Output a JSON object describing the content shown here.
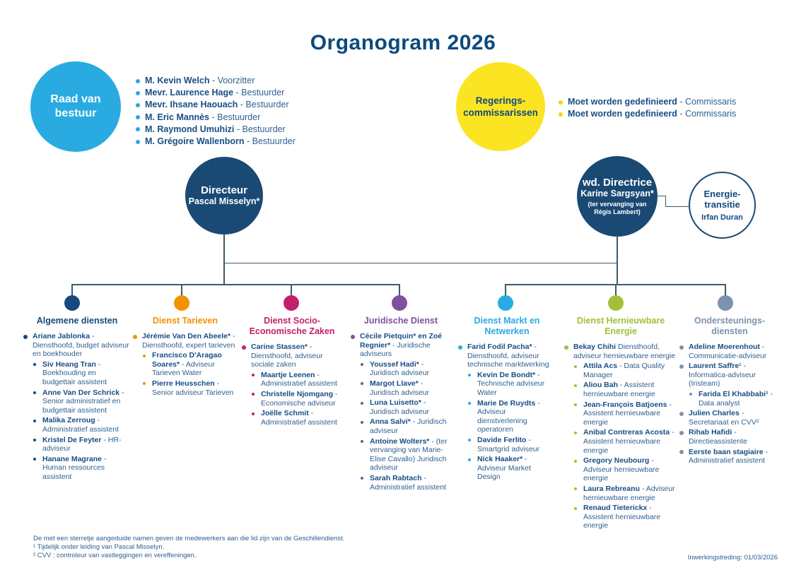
{
  "title": "Organogram 2026",
  "board": {
    "label": [
      "Raad van",
      "bestuur"
    ],
    "circle_color": "#29abe2",
    "bullet_color": "#2da7e0",
    "members": [
      {
        "n": "M. Kevin Welch",
        "r": "Voorzitter"
      },
      {
        "n": "Mevr. Laurence Hage",
        "r": "Bestuurder"
      },
      {
        "n": "Mevr. Ihsane Haouach",
        "r": "Bestuurder"
      },
      {
        "n": "M. Eric Mannès",
        "r": "Bestuurder"
      },
      {
        "n": "M. Raymond Umuhizi",
        "r": "Bestuurder"
      },
      {
        "n": "M. Grégoire Wallenborn",
        "r": "Bestuurder"
      }
    ]
  },
  "commissioners": {
    "label": [
      "Regerings-",
      "commissarissen"
    ],
    "circle_color": "#fbe422",
    "bullet_color": "#f5d800",
    "members": [
      {
        "n": "Moet worden gedefinieerd",
        "r": "Commissaris"
      },
      {
        "n": "Moet worden gedefinieerd",
        "r": "Commissaris"
      }
    ]
  },
  "director": {
    "title": "Directeur",
    "name": "Pascal Misselyn*"
  },
  "deputy_director": {
    "title": "wd. Directrice",
    "name": "Karine Sargsyan*",
    "note": [
      "(ter vervanging van",
      "Régis Lambert)"
    ]
  },
  "energy_transition": {
    "label": [
      "Energie-",
      "transitie"
    ],
    "name": "Irfan Duran"
  },
  "departments": [
    {
      "name": "Algemene diensten",
      "color": "#16497d",
      "members": [
        {
          "l": 1,
          "n": "Ariane Jablonka",
          "r": "Diensthoofd, budget adviseur en boekhouder"
        },
        {
          "l": 2,
          "n": "Siv Heang Tran",
          "r": "Boekhouding en budgettair assistent"
        },
        {
          "l": 2,
          "n": "Anne Van Der Schrick",
          "r": "Senior administratief en budgettair assistent"
        },
        {
          "l": 2,
          "n": "Malika Zerroug",
          "r": "Administratief assistent"
        },
        {
          "l": 2,
          "n": "Kristel De Feyter",
          "r": "HR-adviseur"
        },
        {
          "l": 2,
          "n": "Hanane Magrane",
          "r": "Human ressources assistent"
        }
      ]
    },
    {
      "name": "Dienst Tarieven",
      "color": "#f39200",
      "members": [
        {
          "l": 1,
          "n": "Jérémie Van Den Abeele*",
          "r": "Diensthoofd, expert tarieven"
        },
        {
          "l": 2,
          "n": "Francisco D'Aragao Soares*",
          "r": "Adviseur Tarieven Water"
        },
        {
          "l": 2,
          "n": "Pierre Heusschen",
          "r": "Senior adviseur Tarieven"
        }
      ]
    },
    {
      "name": "Dienst Socio-\nEconomische Zaken",
      "color": "#c21f6c",
      "members": [
        {
          "l": 1,
          "n": "Carine Stassen*",
          "r": "Diensthoofd, adviseur sociale zaken"
        },
        {
          "l": 2,
          "n": "Maartje Leenen",
          "r": "Administratief assistent"
        },
        {
          "l": 2,
          "n": "Christelle Njomgang",
          "r": "Economische adviseur"
        },
        {
          "l": 2,
          "n": "Joëlle Schmit",
          "r": "Administratief assistent"
        }
      ]
    },
    {
      "name": "Juridische Dienst",
      "color": "#8050a0",
      "members": [
        {
          "l": 1,
          "n": "Cécile Pietquin* en Zoé Regnier*",
          "r": "Juridische adviseurs"
        },
        {
          "l": 2,
          "n": "Youssef Hadi*",
          "r": "Juridisch adviseur"
        },
        {
          "l": 2,
          "n": "Margot Llave*",
          "r": "Juridisch adviseur"
        },
        {
          "l": 2,
          "n": "Luna Luisetto*",
          "r": "Juridisch adviseur"
        },
        {
          "l": 2,
          "n": "Anna Salvi*",
          "r": "Juridisch adviseur"
        },
        {
          "l": 2,
          "n": "Antoine Wolters*",
          "r": "(ter vervanging van Marie-Elise Cavallo) Juridisch adviseur"
        },
        {
          "l": 2,
          "n": "Sarah Rabtach",
          "r": "Administratief assistent"
        }
      ]
    },
    {
      "name": "Dienst Markt en\nNetwerken",
      "color": "#29abe2",
      "members": [
        {
          "l": 1,
          "n": "Farid Fodil Pacha*",
          "r": "Diensthoofd, adviseur technische marktwerking"
        },
        {
          "l": 2,
          "n": "Kevin De Bondt*",
          "r": "Technische adviseur Water"
        },
        {
          "l": 2,
          "n": "Marie De Ruydts",
          "r": "Adviseur dienstverlening operatoren"
        },
        {
          "l": 2,
          "n": "Davide Ferlito",
          "r": "Smartgrid adviseur"
        },
        {
          "l": 2,
          "n": "Nick Haaker*",
          "r": "Adviseur Market Design"
        }
      ]
    },
    {
      "name": "Dienst Hernieuwbare\nEnergie",
      "color": "#a2c037",
      "members": [
        {
          "l": 1,
          "n": "Bekay Chihi",
          "s": " ",
          "r": "Diensthoofd, adviseur hernieuwbare energie"
        },
        {
          "l": 2,
          "n": "Attila Acs",
          "r": "Data Quality Manager"
        },
        {
          "l": 2,
          "n": "Aliou Bah",
          "r": "Assistent hernieuwbare energie"
        },
        {
          "l": 2,
          "n": "Jean-François Batjoens",
          "r": "Assistent hernieuwbare energie"
        },
        {
          "l": 2,
          "n": "Anibal Contreras Acosta",
          "r": "Assistent hernieuwbare energie"
        },
        {
          "l": 2,
          "n": "Gregory Neubourg",
          "r": "Adviseur hernieuwbare energie"
        },
        {
          "l": 2,
          "n": "Laura Rebreanu",
          "r": "Adviseur hernieuwbare energie"
        },
        {
          "l": 2,
          "n": "Renaud Tieterickx",
          "r": "Assistent hernieuwbare energie"
        }
      ]
    },
    {
      "name": "Ondersteunings-\ndiensten",
      "color": "#7b93ae",
      "members": [
        {
          "l": 1,
          "n": "Adeline Moerenhout",
          "r": "Communicatie-adviseur"
        },
        {
          "l": 1,
          "n": "Laurent Saffre¹",
          "r": "Informatica-adviseur (Iristeam)"
        },
        {
          "l": 2,
          "n": "Farida El Khabbabi¹",
          "r": "Data analyst"
        },
        {
          "l": 1,
          "n": "Julien Charles",
          "r": "Secretariaat en CVV²"
        },
        {
          "l": 1,
          "n": "Rihab Hafidi",
          "r": "Directieassistente"
        },
        {
          "l": 1,
          "n": "Eerste baan stagiaire",
          "r": "Administratief assistent"
        }
      ]
    }
  ],
  "footnotes": [
    "De met een sterretje aangeduide namen geven de medewerkers aan die lid zijn van de Geschillendienst.",
    "¹ Tijdelijk onder leiding van Pascal Misselyn.",
    "² CVV : controleur van vastleggingen en vereffeningen."
  ],
  "effective_date": "Inwerkingstreding: 01/03/2026",
  "connector_color": "#3c5b6b"
}
